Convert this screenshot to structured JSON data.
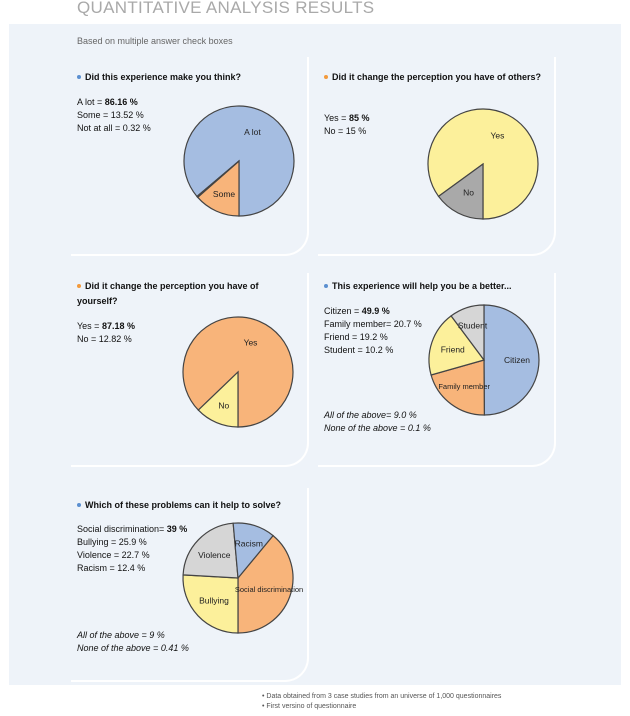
{
  "title": "QUANTITATIVE ANALYSIS RESULTS",
  "subtitle": "Based on multiple answer check boxes",
  "colors": {
    "blue": "#a5bde1",
    "orange": "#f8b47a",
    "yellow": "#fcf09b",
    "gray": "#a9a9a9",
    "lightgray": "#d6d6d6",
    "bullet_blue": "#5b8fd0",
    "bullet_orange": "#f39a3c"
  },
  "footnotes": [
    "• Data obtained from 3 case studies from an universe of 1,000 questionnaires",
    "• First versino of questionnaire"
  ],
  "cards": [
    {
      "question": "Did this experience make you think?",
      "bullet": "blue",
      "stats": [
        {
          "label": "A lot = ",
          "value": "86.16 %",
          "bold": true
        },
        {
          "label": "Some = ",
          "value": "13.52 %",
          "bold": false
        },
        {
          "label": "Not at all = ",
          "value": "0.32 %",
          "bold": false
        }
      ],
      "notes": []
    },
    {
      "question": "Did it change the perception you have of others?",
      "bullet": "orange",
      "stats": [
        {
          "label": "Yes = ",
          "value": "85 %",
          "bold": true
        },
        {
          "label": "No = ",
          "value": "15 %",
          "bold": false
        }
      ],
      "notes": []
    },
    {
      "question": "Did it change the perception you have of yourself?",
      "bullet": "orange",
      "stats": [
        {
          "label": "Yes = ",
          "value": "87.18 %",
          "bold": true
        },
        {
          "label": "No = ",
          "value": "12.82 %",
          "bold": false
        }
      ],
      "notes": []
    },
    {
      "question": "This experience will help you be a better...",
      "bullet": "blue",
      "stats": [
        {
          "label": "Citizen = ",
          "value": "49.9 %",
          "bold": true
        },
        {
          "label": "Family member= ",
          "value": "20.7 %",
          "bold": false
        },
        {
          "label": "Friend = ",
          "value": "19.2 %",
          "bold": false
        },
        {
          "label": "Student = ",
          "value": "10.2 %",
          "bold": false
        }
      ],
      "notes": [
        "All of the above= 9.0 %",
        "None of the above = 0.1 %"
      ]
    },
    {
      "question": "Which of these problems can it help to solve?",
      "bullet": "blue",
      "stats": [
        {
          "label": "Social discrimination= ",
          "value": "39 %",
          "bold": true
        },
        {
          "label": "Bullying = ",
          "value": "25.9 %",
          "bold": false
        },
        {
          "label": "Violence = ",
          "value": "22.7 %",
          "bold": false
        },
        {
          "label": "Racism = ",
          "value": "12.4 %",
          "bold": false
        }
      ],
      "notes": [
        "All of the above = 9 %",
        "None of the above = 0.41 %"
      ]
    }
  ],
  "chart_data": [
    {
      "type": "pie",
      "title": "Did this experience make you think?",
      "categories": [
        "A lot",
        "Some",
        "Not at all"
      ],
      "values": [
        86.16,
        13.52,
        0.32
      ],
      "colors": [
        "#a5bde1",
        "#f8b47a",
        "#ffffff"
      ],
      "labels": [
        "A lot",
        "Some",
        ""
      ],
      "label_font": 8
    },
    {
      "type": "pie",
      "title": "Did it change the perception you have of others?",
      "categories": [
        "Yes",
        "No"
      ],
      "values": [
        85,
        15
      ],
      "colors": [
        "#fcf09b",
        "#a9a9a9"
      ],
      "labels": [
        "Yes",
        "No"
      ],
      "label_font": 8
    },
    {
      "type": "pie",
      "title": "Did it change the perception you have of yourself?",
      "categories": [
        "Yes",
        "No"
      ],
      "values": [
        87.18,
        12.82
      ],
      "colors": [
        "#f8b47a",
        "#fcf09b"
      ],
      "labels": [
        "Yes",
        "No"
      ],
      "label_font": 8
    },
    {
      "type": "pie",
      "title": "This experience will help you be a better...",
      "categories": [
        "Citizen",
        "Family member",
        "Friend",
        "Student"
      ],
      "values": [
        49.9,
        20.7,
        19.2,
        10.2
      ],
      "colors": [
        "#a5bde1",
        "#f8b47a",
        "#fcf09b",
        "#d6d6d6"
      ],
      "labels": [
        "Citizen",
        "Family member",
        "Friend",
        "Student"
      ],
      "label_font": 8
    },
    {
      "type": "pie",
      "title": "Which of these problems can it help to solve?",
      "categories": [
        "Social discrimination",
        "Bullying",
        "Violence",
        "Racism"
      ],
      "values": [
        39,
        25.9,
        22.7,
        12.4
      ],
      "colors": [
        "#f8b47a",
        "#fcf09b",
        "#d6d6d6",
        "#a5bde1"
      ],
      "labels": [
        "Social discrimination",
        "Bullying",
        "Violence",
        "Racism"
      ],
      "label_font": 8
    }
  ]
}
